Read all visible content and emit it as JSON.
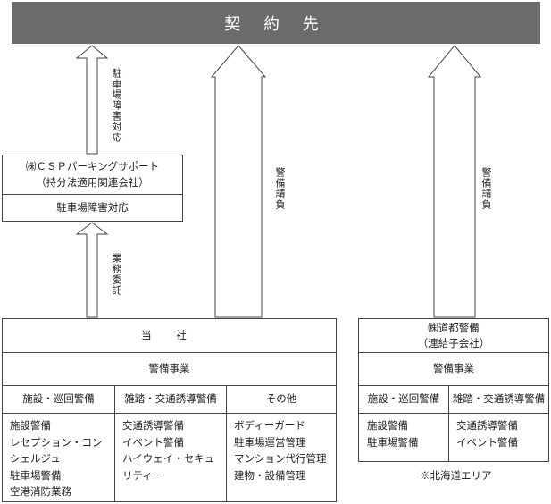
{
  "contractor": "契 約 先",
  "csp": {
    "name": "㈱ＣＳＰパーキングサポート",
    "sub": "（持分法適用関連会社）",
    "service": "駐車場障害対応"
  },
  "arrow_labels": {
    "parking_response": "駐車場障害対応",
    "outsourcing": "業務委託",
    "security_main": "警備請負",
    "security_hokkaido": "警備請負"
  },
  "company": {
    "title": "当 社",
    "division": "警備事業",
    "columns": [
      {
        "header": "施設・巡回警備",
        "items": [
          "施設警備",
          "レセプション・コン",
          "シェルジュ",
          "駐車場警備",
          "空港消防業務"
        ]
      },
      {
        "header": "雑踏・交通誘導警備",
        "items": [
          "交通誘導警備",
          "イベント警備",
          "ハイウェイ・セキュ",
          "リティー"
        ]
      },
      {
        "header": "その他",
        "items": [
          "ボディーガード",
          "駐車場運営管理",
          "マンション代行管理",
          "建物・設備管理"
        ]
      }
    ]
  },
  "hokkaido": {
    "name": "㈱道都警備",
    "sub": "（連結子会社）",
    "division": "警備事業",
    "columns": [
      {
        "header": "施設・巡回警備",
        "items": [
          "施設警備",
          "駐車場警備"
        ]
      },
      {
        "header": "雑踏・交通誘導警備",
        "items": [
          "交通誘導警備",
          "イベント警備"
        ]
      }
    ],
    "note": "※北海道エリア"
  }
}
